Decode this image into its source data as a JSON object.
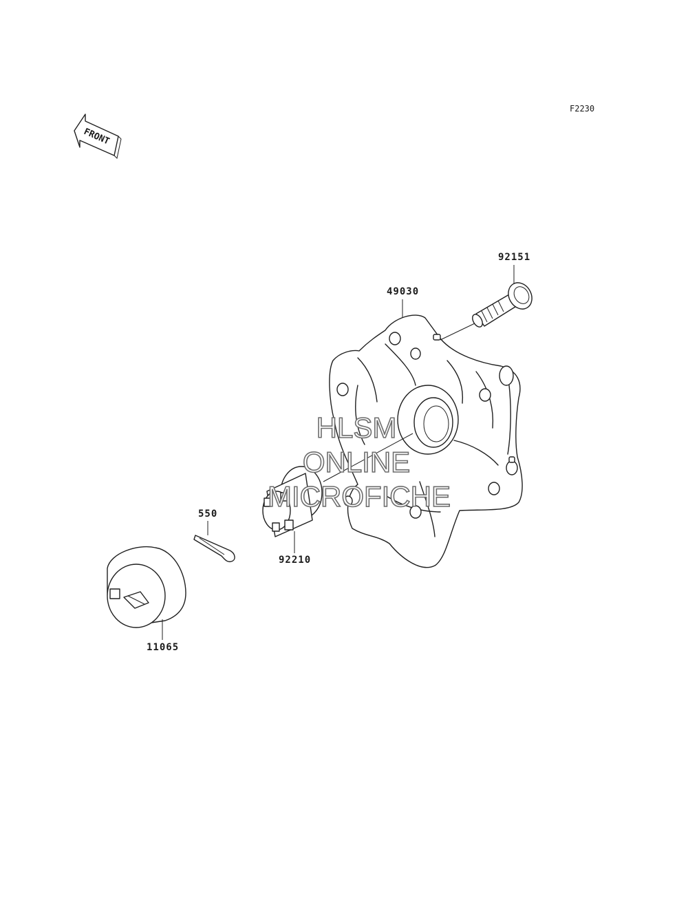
{
  "figure_code": "F2230",
  "front_label": "FRONT",
  "parts": [
    {
      "number": "92151"
    },
    {
      "number": "49030"
    },
    {
      "number": "550"
    },
    {
      "number": "92210"
    },
    {
      "number": "11065"
    }
  ],
  "watermark": {
    "line1": "HLSM",
    "line2": "ONLINE",
    "line3": "MICROFICHE"
  }
}
